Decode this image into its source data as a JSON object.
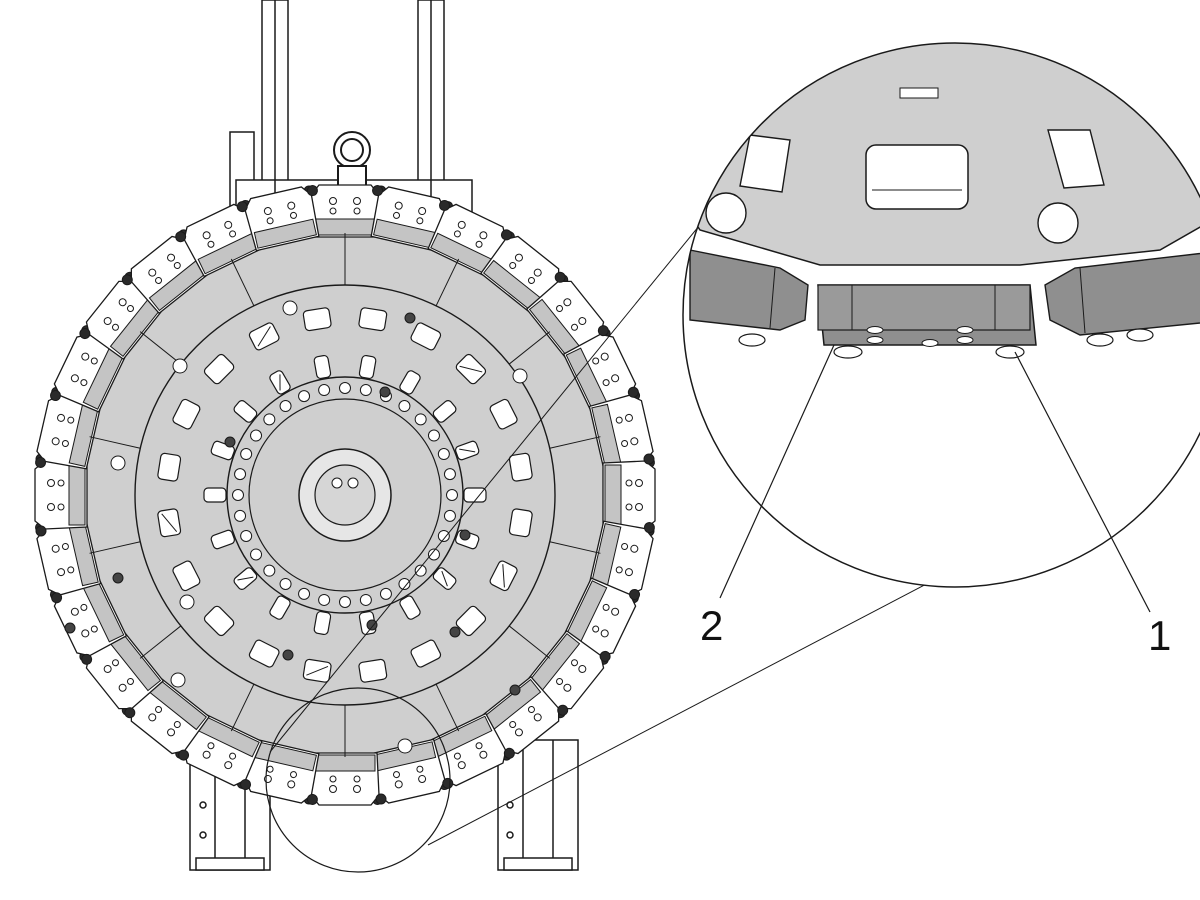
{
  "callouts": [
    {
      "id": "2",
      "label": "2"
    },
    {
      "id": "1",
      "label": "1"
    }
  ],
  "colors": {
    "line": "#1a1a1a",
    "disc_fill": "#cfcfcf",
    "block_fill": "#c4c4c4",
    "block_dark": "#8f8f8f",
    "hole_fill": "#ffffff",
    "background": "#ffffff"
  },
  "layout": {
    "peripheral_block_count": 28,
    "inner_bolt_count": 32
  }
}
